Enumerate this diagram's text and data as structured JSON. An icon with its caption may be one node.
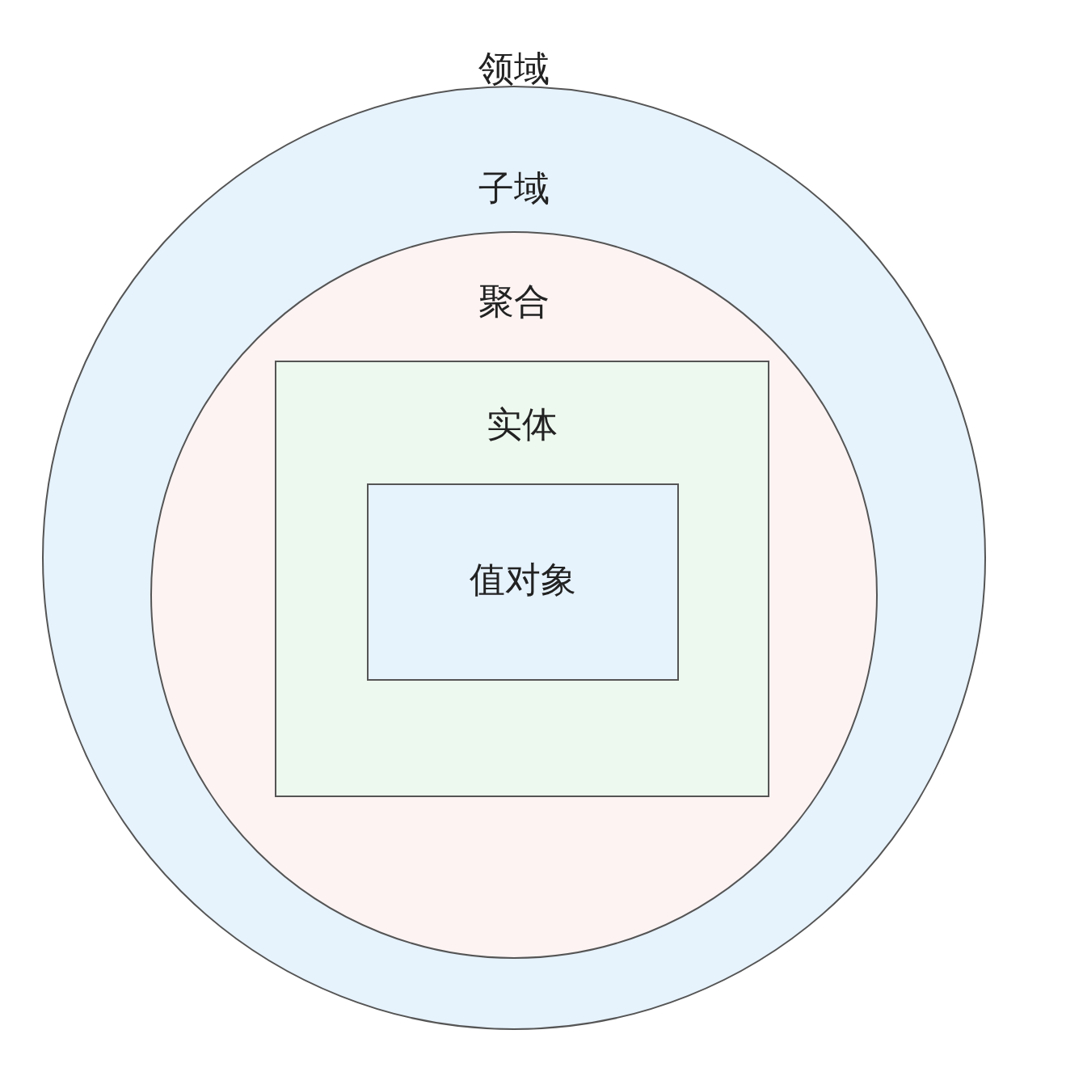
{
  "diagram": {
    "title": "领域",
    "nodes": [
      {
        "text": [
          "子域"
        ]
      },
      {
        "text": [
          "聚合"
        ],
        "in": 0
      },
      {
        "text": [
          "实体"
        ],
        "in": 1
      },
      {
        "text": [
          "值对象"
        ],
        "in": 2
      }
    ]
  }
}
